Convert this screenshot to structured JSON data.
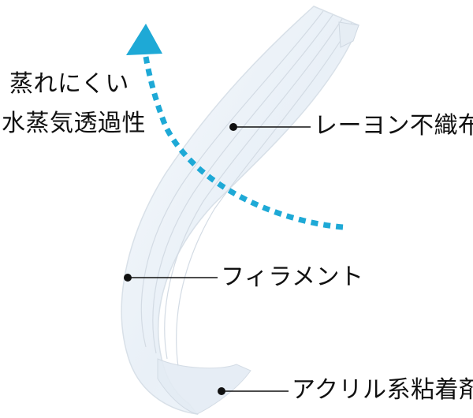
{
  "annotation": {
    "line1": "蒸れにくい",
    "line2": "水蒸気透過性"
  },
  "labels": {
    "rayon": "レーヨン不織布",
    "filament": "フィラメント",
    "adhesive": "アクリル系粘着剤"
  },
  "colors": {
    "arrow": "#1ea9d6",
    "strip_fill": "#eef3f8",
    "strip_edge": "#d6dee7",
    "text": "#111111"
  }
}
